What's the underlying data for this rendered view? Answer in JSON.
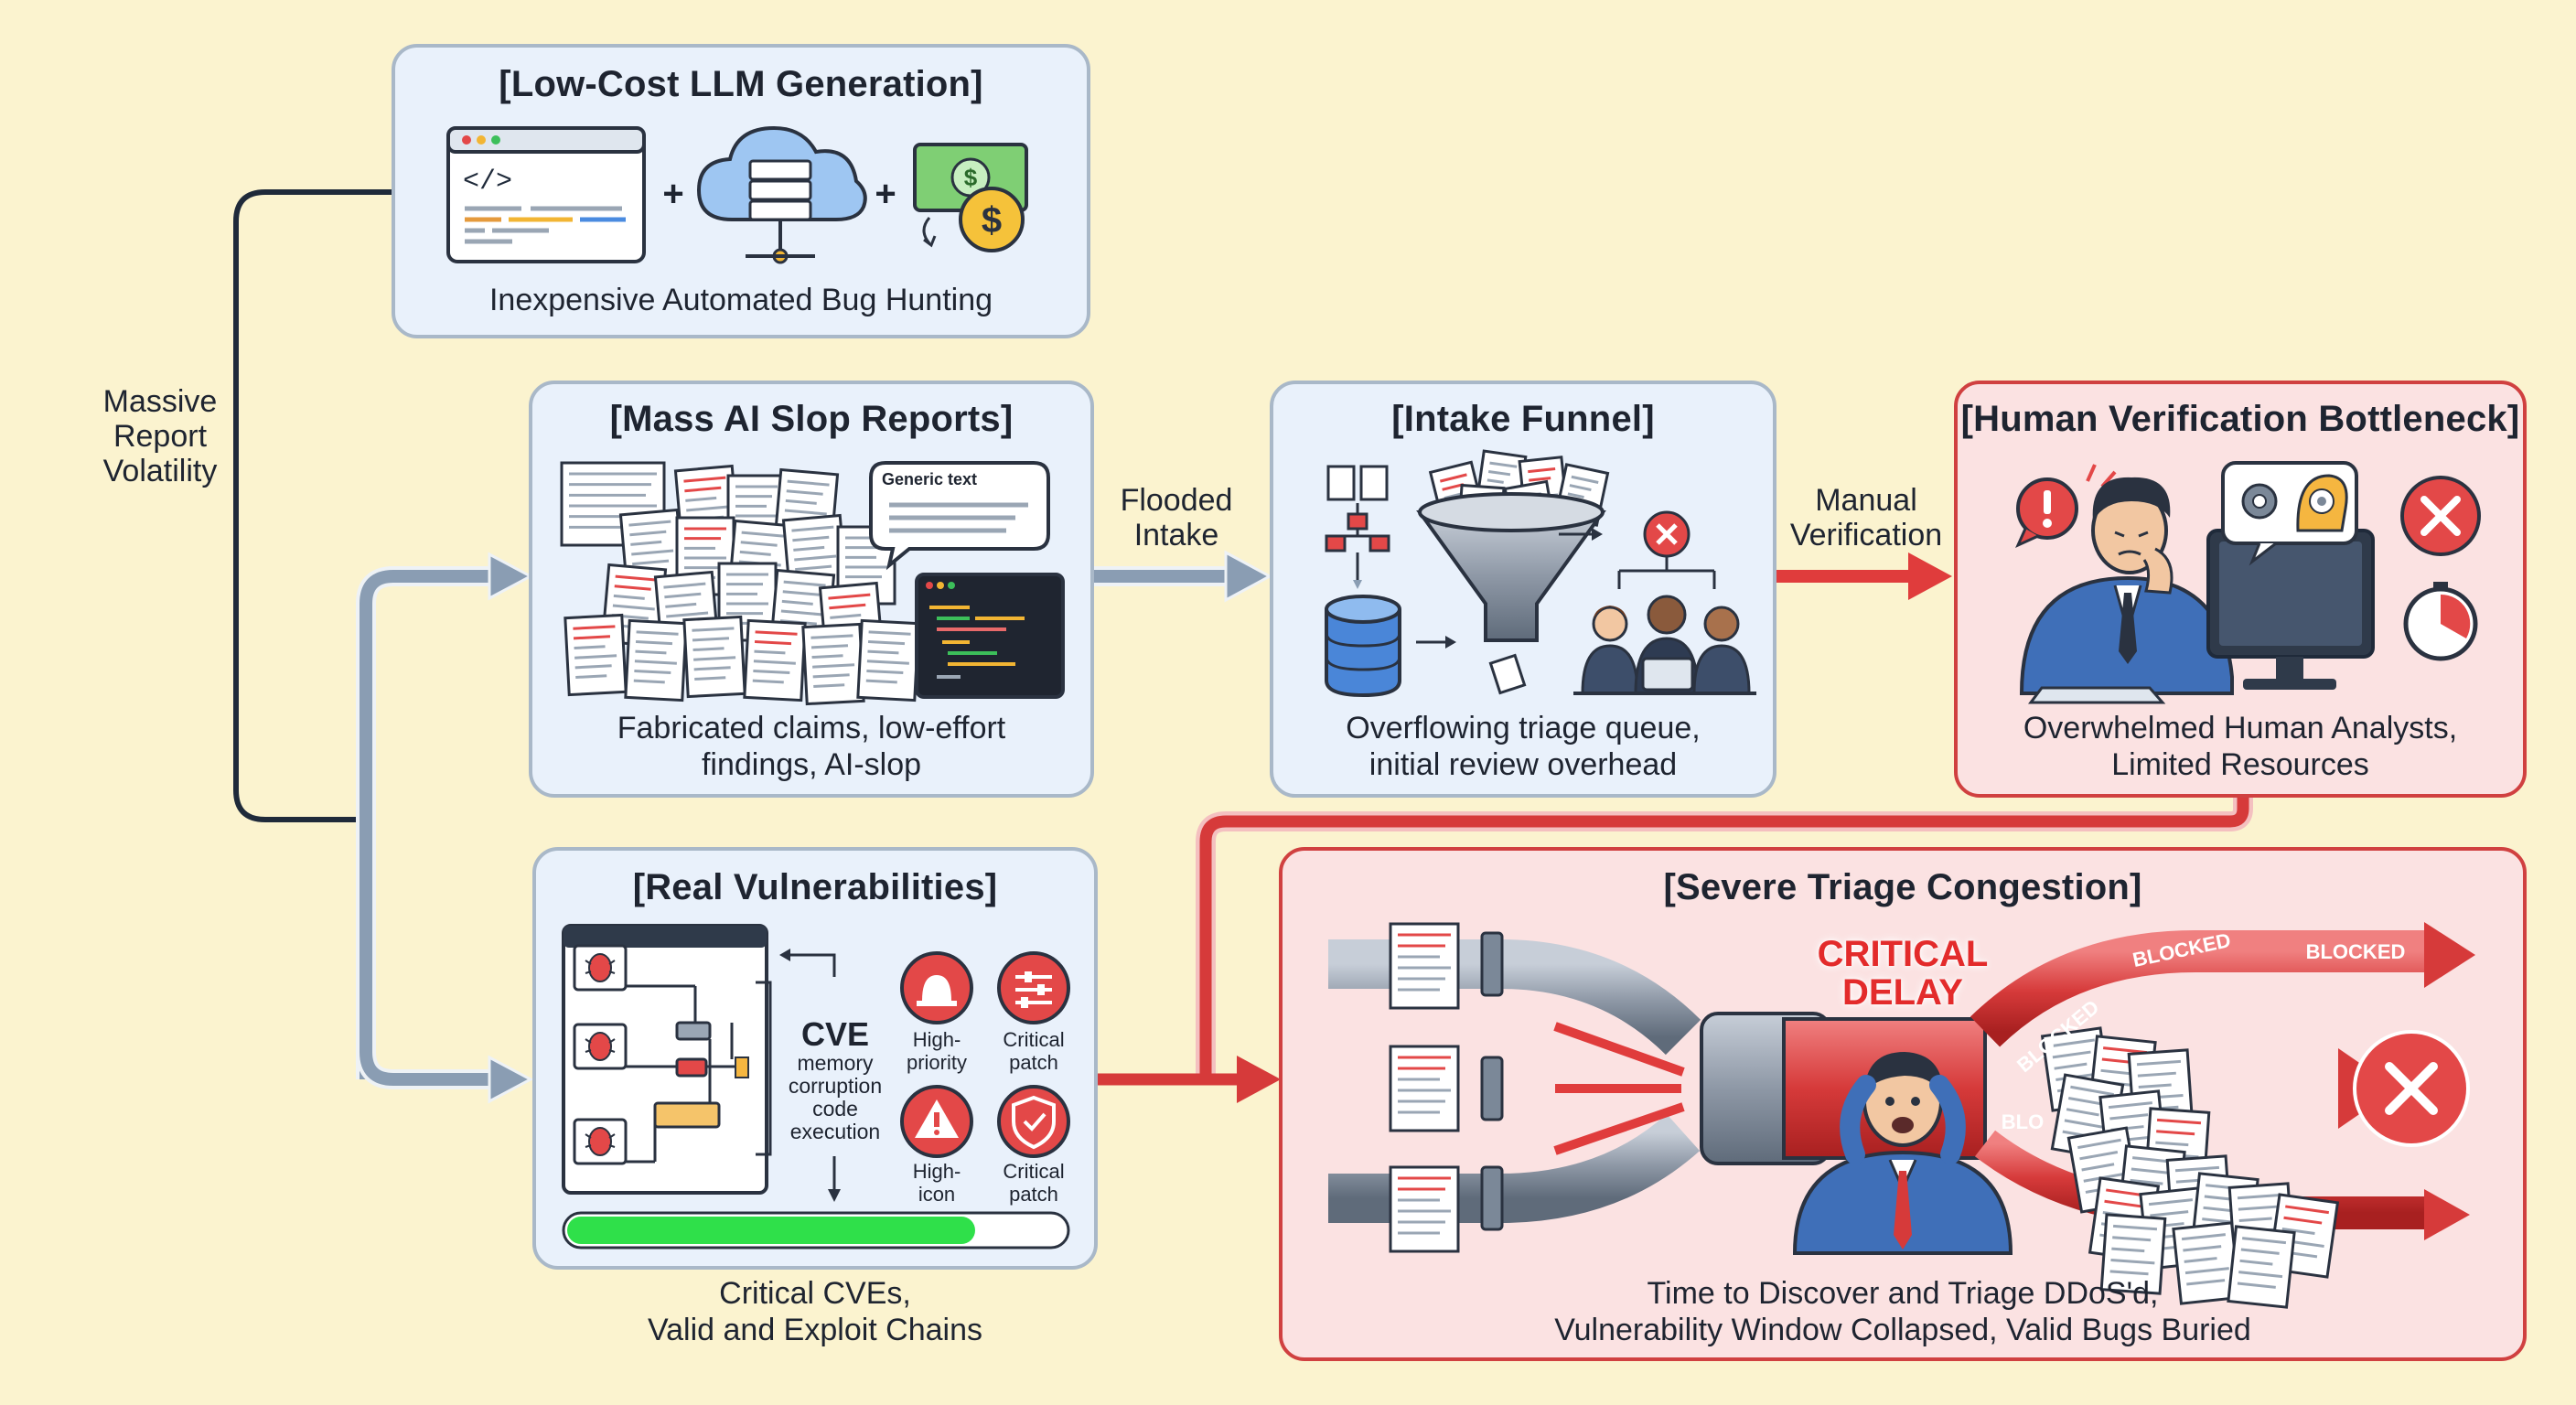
{
  "colors": {
    "background": "#fbf3cf",
    "blue_panel": "#e9f1fb",
    "blue_border": "#a9b8c8",
    "red_panel": "#fbe2e2",
    "red_border": "#d04040",
    "connector_dark": "#1f2a3a",
    "arrow_blue": "#8a9db3",
    "arrow_red": "#e03c3c",
    "progress_green": "#2fe04a"
  },
  "side_label": "Massive\nReport\nVolatility",
  "panels": {
    "llm": {
      "title": "[Low-Cost LLM Generation]",
      "caption": "Inexpensive Automated Bug Hunting",
      "plus1": "+",
      "plus2": "+"
    },
    "slop": {
      "title": "[Mass AI Slop Reports]",
      "caption": "Fabricated claims, low-effort\nfindings, AI-slop",
      "bubble": "Generic text"
    },
    "funnel": {
      "title": "[Intake Funnel]",
      "caption": "Overflowing triage queue,\ninitial review overhead"
    },
    "human": {
      "title": "[Human Verification Bottleneck]",
      "caption": "Overwhelmed Human Analysts,\nLimited Resources"
    },
    "real": {
      "title": "[Real Vulnerabilities]",
      "caption": "Critical CVEs,\nValid and Exploit Chains",
      "cve_title": "CVE",
      "cve_text": "memory\ncorruption\ncode\nexecution",
      "badges": [
        "High-\npriority",
        "Critical\npatch",
        "High-\nicon",
        "Critical\npatch"
      ],
      "progress": 0.82
    },
    "congestion": {
      "title": "[Severe Triage Congestion]",
      "caption": "Time to Discover and Triage DDoS'd,\nVulnerability Window Collapsed, Valid Bugs Buried",
      "alert": "CRITICAL\nDELAY",
      "blocked": [
        "BLOCKED",
        "BLOCKED",
        "BLOCKED",
        "BLO"
      ]
    }
  },
  "edge_labels": {
    "flooded": "Flooded\nIntake",
    "manual": "Manual\nVerification"
  }
}
